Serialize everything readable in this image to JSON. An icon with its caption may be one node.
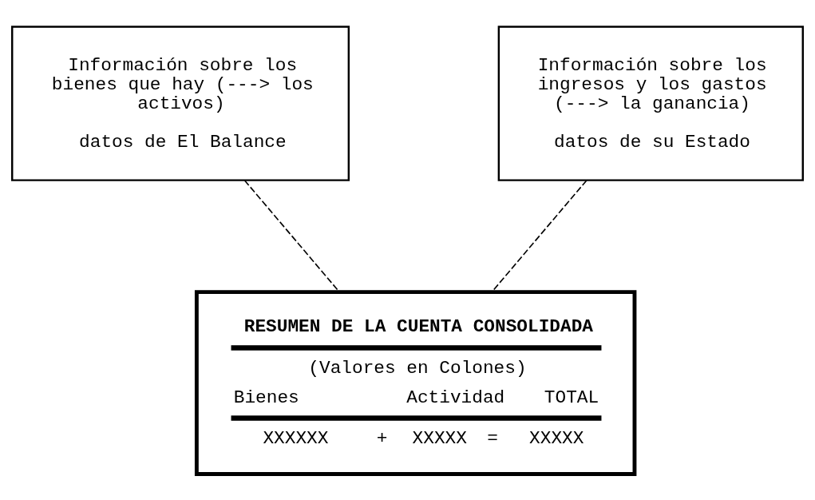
{
  "diagram": {
    "nodes": [
      {
        "text": [
          "Información sobre los bienes que hay (---> los activos)",
          "datos de El Balance"
        ]
      },
      {
        "text": [
          "Información sobre los ingresos y los gastos (---> la ganancia)",
          "datos de su Estado"
        ]
      },
      {
        "text": [
          "RESUMEN DE LA CUENTA CONSOLIDADA",
          "(Valores en Colones)",
          "Bienes",
          "Actividad",
          "TOTAL",
          "XXXXXX",
          "+",
          "XXXXX",
          "=",
          "XXXXX"
        ]
      }
    ],
    "edges": [
      {
        "from": 0,
        "to": 2,
        "arrow": "none",
        "style": "dashed"
      },
      {
        "from": 1,
        "to": 2,
        "arrow": "none",
        "style": "dashed"
      }
    ]
  }
}
